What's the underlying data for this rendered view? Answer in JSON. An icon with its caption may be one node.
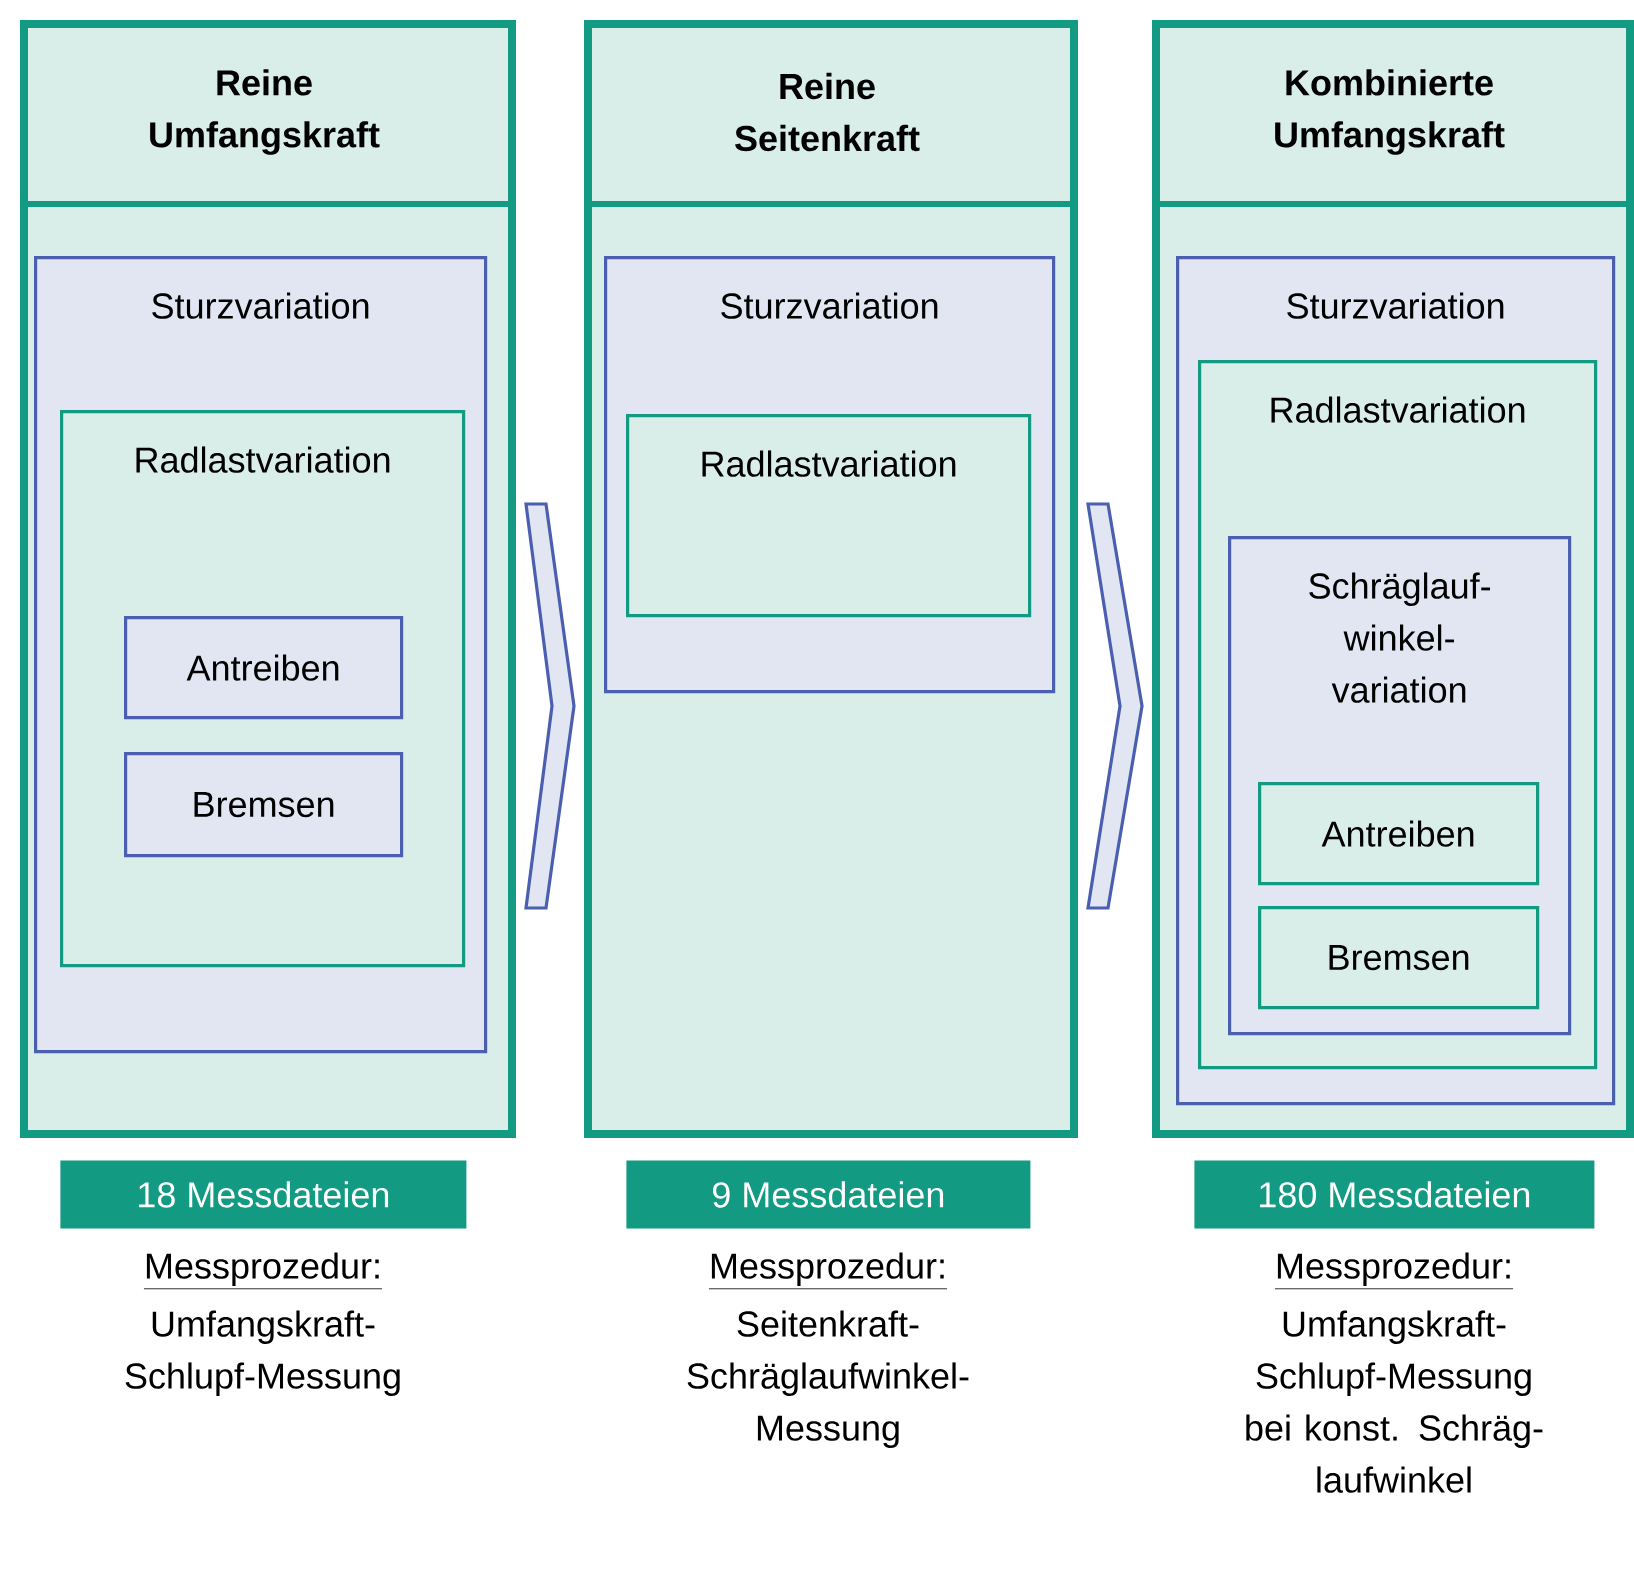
{
  "diagram": {
    "nodes": [
      {
        "text": [
          "Reine Umfangskraft"
        ]
      },
      {
        "text": [
          "Sturzvariation"
        ],
        "in": 0
      },
      {
        "text": [
          "Radlastvariation"
        ],
        "in": 1
      },
      {
        "text": [
          "Antreiben"
        ],
        "in": 2
      },
      {
        "text": [
          "Bremsen"
        ],
        "in": 2
      },
      {
        "text": [
          "Reine Seitenkraft"
        ]
      },
      {
        "text": [
          "Sturzvariation"
        ],
        "in": 5
      },
      {
        "text": [
          "Radlastvariation"
        ],
        "in": 6
      },
      {
        "text": [
          "Kombinierte Umfangskraft"
        ]
      },
      {
        "text": [
          "Sturzvariation"
        ],
        "in": 8
      },
      {
        "text": [
          "Radlastvariation"
        ],
        "in": 9
      },
      {
        "text": [
          "Schräglauf- winkel- variation"
        ],
        "in": 10
      },
      {
        "text": [
          "Antreiben"
        ],
        "in": 11
      },
      {
        "text": [
          "Bremsen"
        ],
        "in": 11
      },
      {
        "text": [
          "18 Messdateien"
        ],
        "beside": [
          "Messprozedur:",
          "Umfangskraft- Schlupf-Messung"
        ]
      },
      {
        "text": [
          "9 Messdateien"
        ],
        "beside": [
          "Messprozedur:",
          "Seitenkraft- Schräglaufwinkel- Messung"
        ]
      },
      {
        "text": [
          "180 Messdateien"
        ],
        "beside": [
          "Messprozedur:",
          "Umfangskraft- Schlupf-Messung bei konst. Schräg- laufwinkel"
        ]
      }
    ],
    "edges": [
      {
        "from": 0,
        "to": 5,
        "arrow": "to"
      },
      {
        "from": 5,
        "to": 8,
        "arrow": "to"
      }
    ]
  }
}
